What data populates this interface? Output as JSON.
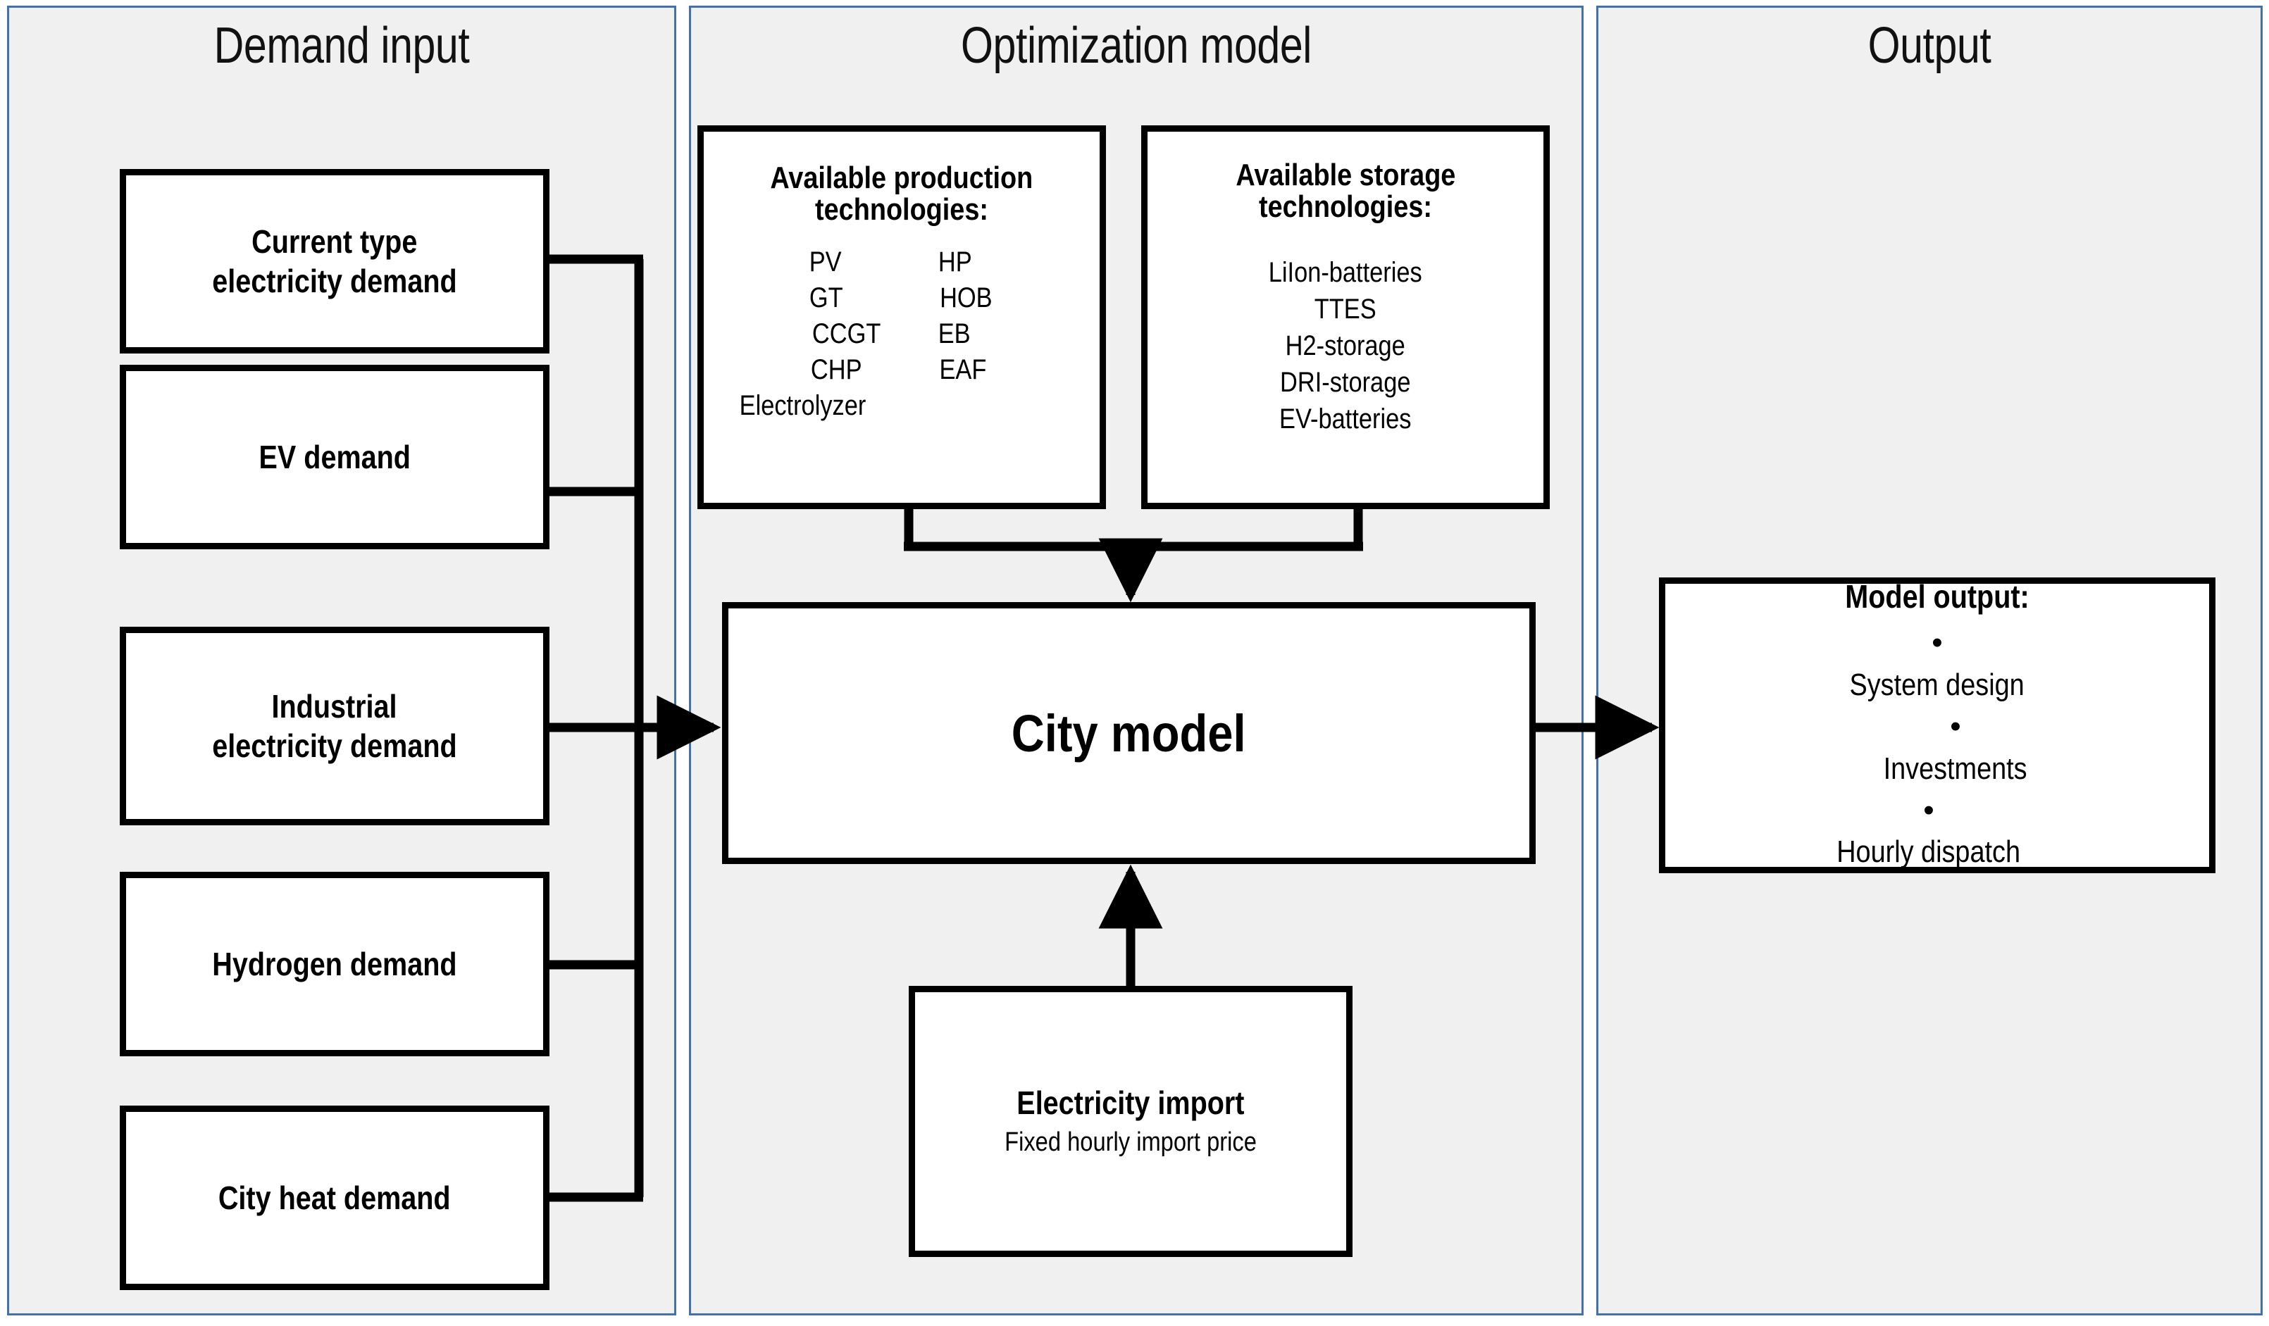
{
  "panels": [
    {
      "id": "demand-input",
      "title": "Demand input"
    },
    {
      "id": "optimization-model",
      "title": "Optimization model"
    },
    {
      "id": "output",
      "title": "Output"
    }
  ],
  "demand": {
    "boxes": [
      {
        "lines": [
          "Current type",
          "electricity demand"
        ]
      },
      {
        "lines": [
          "EV demand"
        ]
      },
      {
        "lines": [
          "Industrial",
          "electricity demand"
        ]
      },
      {
        "lines": [
          "Hydrogen demand"
        ]
      },
      {
        "lines": [
          "City heat demand"
        ]
      }
    ]
  },
  "production": {
    "title_line1": "Available production",
    "title_line2": "technologies:",
    "column_left": [
      "PV",
      "GT",
      "CCGT",
      "CHP"
    ],
    "column_right": [
      "HP",
      "HOB",
      "EB",
      "EAF"
    ],
    "full_width_item": "Electrolyzer"
  },
  "storage": {
    "title_line1": "Available storage",
    "title_line2": "technologies:",
    "items": [
      "LiIon-batteries",
      "TTES",
      "H2-storage",
      "DRI-storage",
      "EV-batteries"
    ]
  },
  "city_model": {
    "label": "City model"
  },
  "electricity_import": {
    "title": "Electricity import",
    "subtitle": "Fixed hourly import price"
  },
  "model_output": {
    "title": "Model output:",
    "items": [
      "System design",
      "Investments",
      "Hourly dispatch"
    ]
  },
  "colors": {
    "panel_border": "#4472a8",
    "panel_fill": "#f0f0f0",
    "node_border": "#000000",
    "node_fill": "#ffffff",
    "wire": "#000000"
  }
}
